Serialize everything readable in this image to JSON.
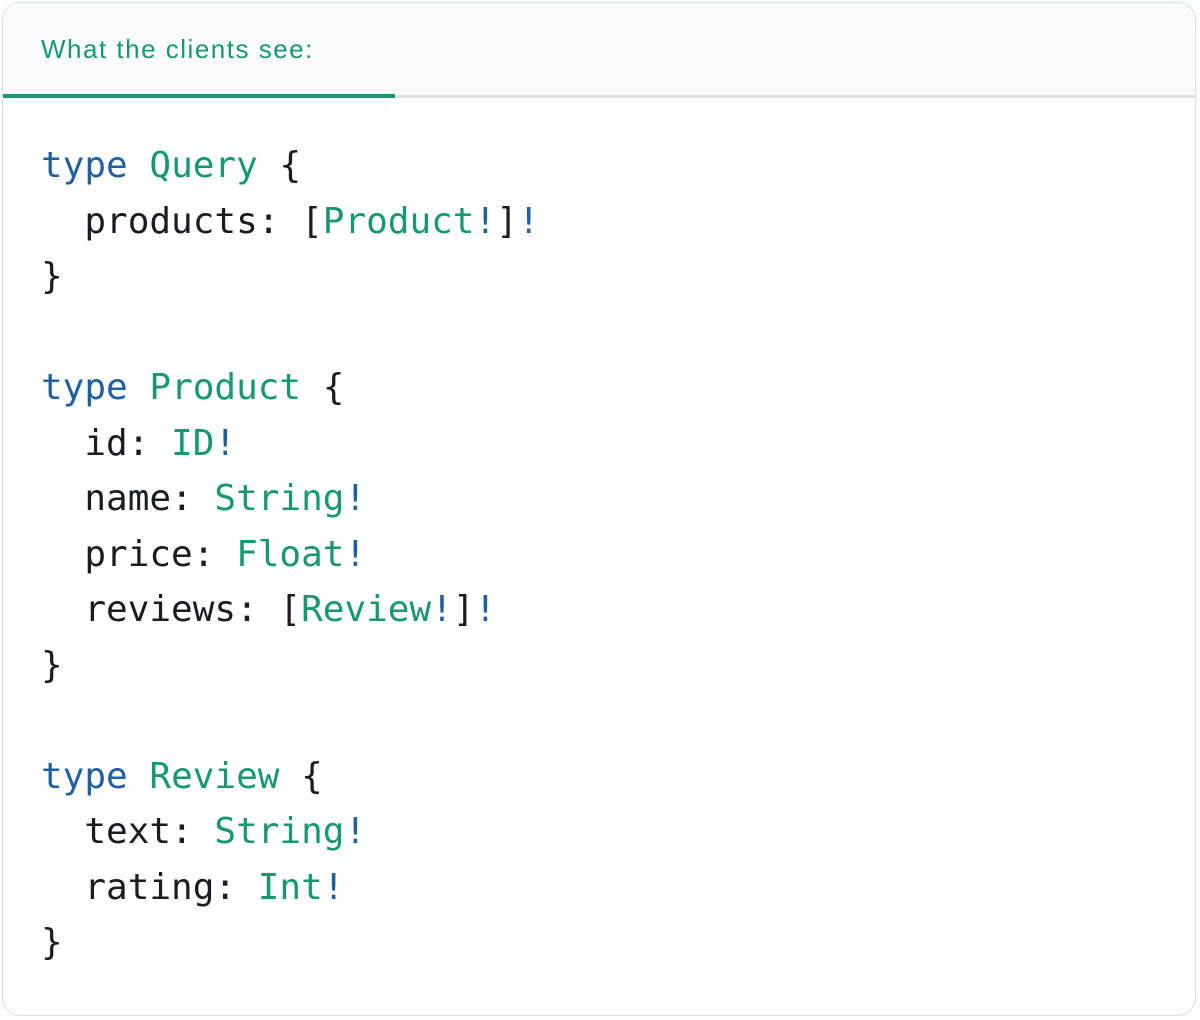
{
  "card": {
    "header": {
      "title": "What the clients see:"
    },
    "code": {
      "language": "graphql",
      "lines": [
        [
          [
            "kw",
            "type"
          ],
          [
            "plain",
            " "
          ],
          [
            "type",
            "Query"
          ],
          [
            "plain",
            " {"
          ]
        ],
        [
          [
            "plain",
            "  products: ["
          ],
          [
            "type",
            "Product"
          ],
          [
            "bang",
            "!"
          ],
          [
            "plain",
            "]"
          ],
          [
            "bang",
            "!"
          ]
        ],
        [
          [
            "plain",
            "}"
          ]
        ],
        [],
        [
          [
            "kw",
            "type"
          ],
          [
            "plain",
            " "
          ],
          [
            "type",
            "Product"
          ],
          [
            "plain",
            " {"
          ]
        ],
        [
          [
            "plain",
            "  id: "
          ],
          [
            "type",
            "ID"
          ],
          [
            "bang",
            "!"
          ]
        ],
        [
          [
            "plain",
            "  name: "
          ],
          [
            "type",
            "String"
          ],
          [
            "bang",
            "!"
          ]
        ],
        [
          [
            "plain",
            "  price: "
          ],
          [
            "type",
            "Float"
          ],
          [
            "bang",
            "!"
          ]
        ],
        [
          [
            "plain",
            "  reviews: ["
          ],
          [
            "type",
            "Review"
          ],
          [
            "bang",
            "!"
          ],
          [
            "plain",
            "]"
          ],
          [
            "bang",
            "!"
          ]
        ],
        [
          [
            "plain",
            "}"
          ]
        ],
        [],
        [
          [
            "kw",
            "type"
          ],
          [
            "plain",
            " "
          ],
          [
            "type",
            "Review"
          ],
          [
            "plain",
            " {"
          ]
        ],
        [
          [
            "plain",
            "  text: "
          ],
          [
            "type",
            "String"
          ],
          [
            "bang",
            "!"
          ]
        ],
        [
          [
            "plain",
            "  rating: "
          ],
          [
            "type",
            "Int"
          ],
          [
            "bang",
            "!"
          ]
        ],
        [
          [
            "plain",
            "}"
          ]
        ]
      ]
    }
  },
  "colors": {
    "accent": "#169973",
    "keyword": "#1f5fa5",
    "typename": "#169973",
    "plain": "#191d21",
    "divider": "#e3e3e3",
    "cardBorder": "#cfe5da",
    "headerBg": "#fbfbfb"
  }
}
